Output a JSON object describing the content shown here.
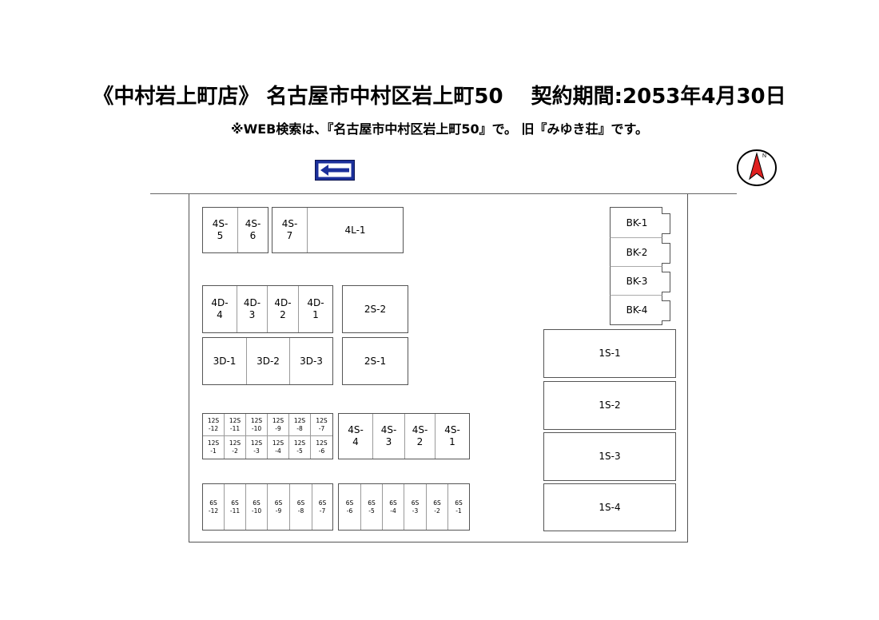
{
  "header": {
    "title": "《中村岩上町店》 名古屋市中村区岩上町50　 契約期間:2053年4月30日",
    "subtitle": "※WEB検索は、『名古屋市中村区岩上町50』で。 旧『みゆき荘』です。"
  },
  "compass": {
    "label": "N",
    "color": "#e02020"
  },
  "arrow_sign": {
    "icon": "left-arrow-icon",
    "color": "#1b2f9a"
  },
  "units": {
    "row_4s_left": [
      "4S-\n5",
      "4S-\n6"
    ],
    "row_4s_mid": [
      "4S-\n7",
      "4L-1"
    ],
    "row_4d": [
      "4D-\n4",
      "4D-\n3",
      "4D-\n2",
      "4D-\n1"
    ],
    "row_3d": [
      "3D-1",
      "3D-2",
      "3D-3"
    ],
    "s2_top": "2S-2",
    "s2_bot": "2S-1",
    "row_12s_top": [
      "12S\n-12",
      "12S\n-11",
      "12S\n-10",
      "12S\n-9",
      "12S\n-8",
      "12S\n-7"
    ],
    "row_12s_bot": [
      "12S\n-1",
      "12S\n-2",
      "12S\n-3",
      "12S\n-4",
      "12S\n-5",
      "12S\n-6"
    ],
    "row_4s_bottom": [
      "4S-\n4",
      "4S-\n3",
      "4S-\n2",
      "4S-\n1"
    ],
    "row_6s_left": [
      "6S\n-12",
      "6S\n-11",
      "6S\n-10",
      "6S\n-9",
      "6S\n-8",
      "6S\n-7"
    ],
    "row_6s_right": [
      "6S\n-6",
      "6S\n-5",
      "6S\n-4",
      "6S\n-3",
      "6S\n-2",
      "6S\n-1"
    ],
    "bk": [
      "BK-1",
      "BK-2",
      "BK-3",
      "BK-4"
    ],
    "s1": [
      "1S-1",
      "1S-2",
      "1S-3",
      "1S-4"
    ]
  }
}
